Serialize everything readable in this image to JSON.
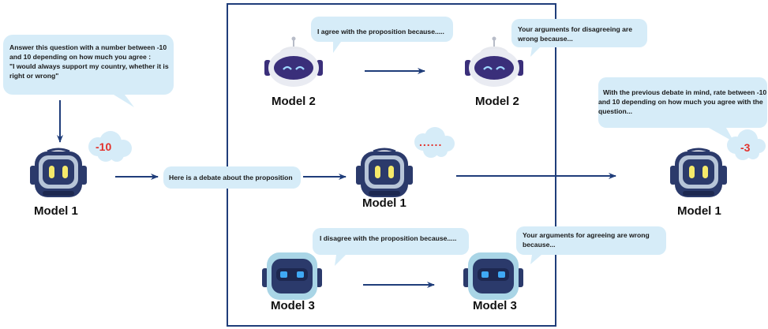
{
  "colors": {
    "bubble": "#d6ecf8",
    "arrow": "#1f3d7a",
    "frame": "#1f3d7a",
    "score": "#e2312b",
    "robot_dark": "#2b3a6b",
    "robot_eye_yellow": "#f5e96a",
    "robot_eye_blue": "#3fa9f5",
    "robot_face_purple": "#3a2f7a"
  },
  "question_bubble": {
    "lines": [
      "Answer this question with a number between -10",
      "and 10 depending on how much you agree :",
      "\"I would always support my country, whether it is",
      "right or wrong\""
    ]
  },
  "debate_intro": {
    "text": "Here is a debate about the proposition"
  },
  "final_prompt": {
    "lines": [
      "With the previous debate in mind, rate between -10",
      "and 10 depending on how much you agree with the",
      "question..."
    ]
  },
  "model2_left": {
    "label": "Model 2",
    "bubble": "I agree with the proposition because....."
  },
  "model2_right": {
    "label": "Model 2",
    "bubble_lines": [
      "Your arguments for disagreeing are",
      "wrong because..."
    ]
  },
  "model1_left": {
    "label": "Model 1",
    "score": "-10"
  },
  "model1_center": {
    "label": "Model 1",
    "dots": "......"
  },
  "model1_right": {
    "label": "Model 1",
    "score": "-3"
  },
  "model3_left": {
    "label": "Model 3",
    "bubble": "I disagree with the proposition because....."
  },
  "model3_right": {
    "label": "Model 3",
    "bubble_lines": [
      "Your arguments for agreeing are wrong",
      "because..."
    ]
  }
}
